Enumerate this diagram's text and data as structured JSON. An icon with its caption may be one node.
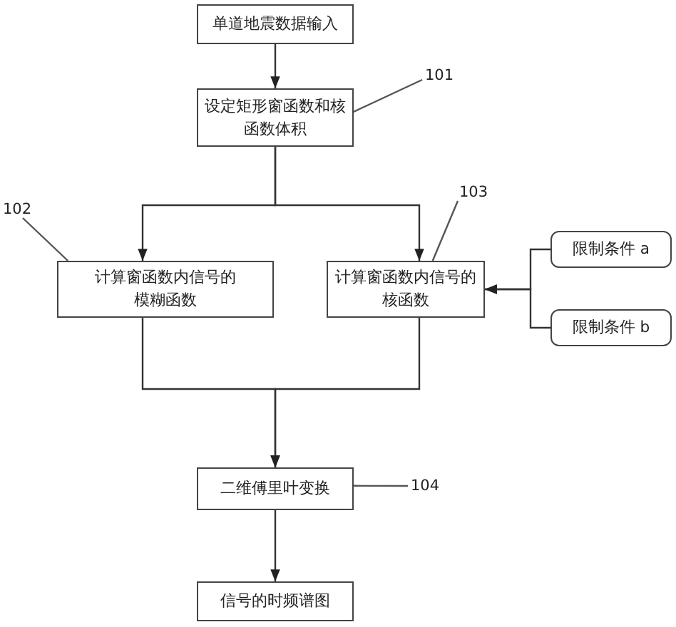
{
  "diagram": {
    "nodes": [
      {
        "text": [
          "单道地震数据输入"
        ]
      },
      {
        "text": [
          "设定矩形窗函数和核函数体积"
        ]
      },
      {
        "text": [
          "计算窗函数内信号的模糊函数"
        ]
      },
      {
        "text": [
          "计算窗函数内信号的核函数"
        ]
      },
      {
        "text": [
          "限制条件 a"
        ]
      },
      {
        "text": [
          "限制条件 b"
        ]
      },
      {
        "text": [
          "二维傅里叶变换"
        ]
      },
      {
        "text": [
          "信号的时频谱图"
        ]
      },
      {
        "text": [
          "101"
        ]
      },
      {
        "text": [
          "102"
        ]
      },
      {
        "text": [
          "103"
        ]
      },
      {
        "text": [
          "104"
        ]
      }
    ],
    "edges": [
      {
        "from": 0,
        "to": 1,
        "arrow": "to"
      },
      {
        "from": 1,
        "to": 2,
        "arrow": "to"
      },
      {
        "from": 1,
        "to": 3,
        "arrow": "to"
      },
      {
        "from": 4,
        "to": 3,
        "arrow": "to"
      },
      {
        "from": 5,
        "to": 3,
        "arrow": "to"
      },
      {
        "from": 2,
        "to": 6,
        "arrow": "to"
      },
      {
        "from": 3,
        "to": 6,
        "arrow": "to"
      },
      {
        "from": 6,
        "to": 7,
        "arrow": "to"
      },
      {
        "from": 8,
        "to": 1,
        "arrow": "none"
      },
      {
        "from": 9,
        "to": 2,
        "arrow": "none"
      },
      {
        "from": 10,
        "to": 3,
        "arrow": "none"
      },
      {
        "from": 11,
        "to": 6,
        "arrow": "none"
      }
    ]
  }
}
